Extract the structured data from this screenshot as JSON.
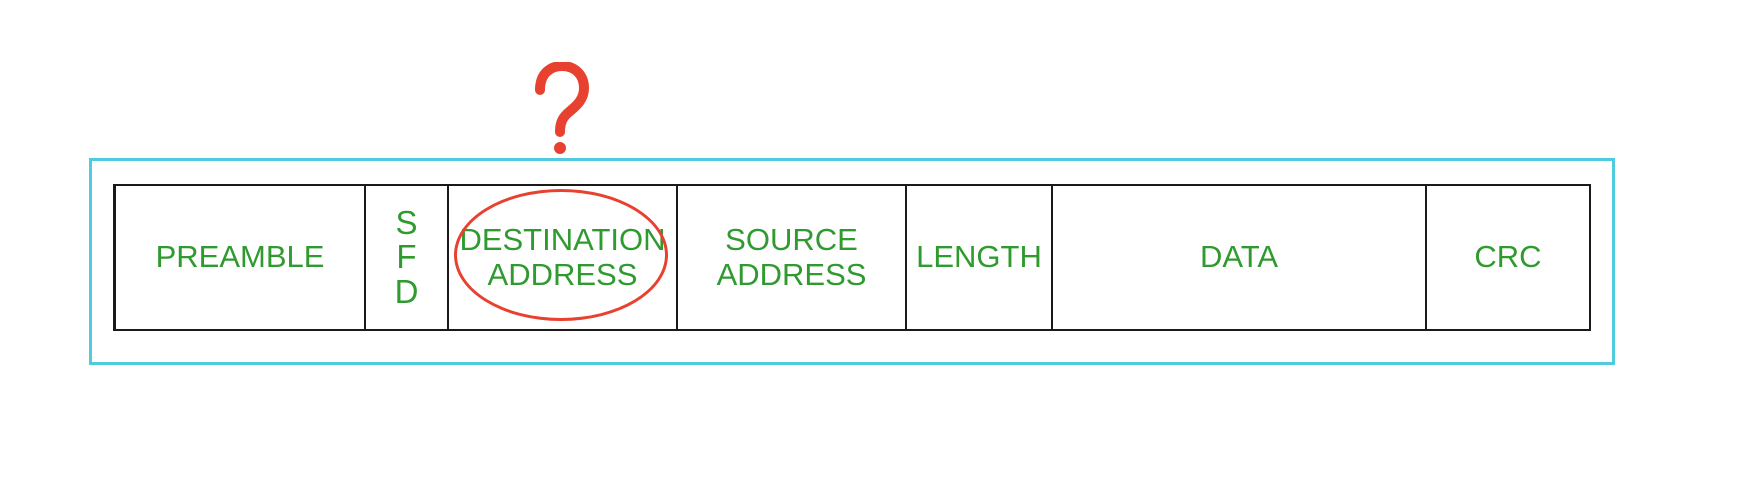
{
  "frame": {
    "fields": [
      {
        "id": "preamble",
        "label": "PREAMBLE"
      },
      {
        "id": "sfd",
        "label": "S\nF\nD"
      },
      {
        "id": "destination",
        "label": "DESTINATION\nADDRESS"
      },
      {
        "id": "source",
        "label": "SOURCE\nADDRESS"
      },
      {
        "id": "length",
        "label": "LENGTH"
      },
      {
        "id": "data",
        "label": "DATA"
      },
      {
        "id": "crc",
        "label": "CRC"
      }
    ]
  },
  "annotations": {
    "highlighted_field": "destination",
    "question_mark": "?",
    "highlight_color": "#e8412f"
  },
  "colors": {
    "label_text": "#2f9a2f",
    "outer_frame_border": "#4fcbe0",
    "cell_border": "#1a1a1a"
  }
}
